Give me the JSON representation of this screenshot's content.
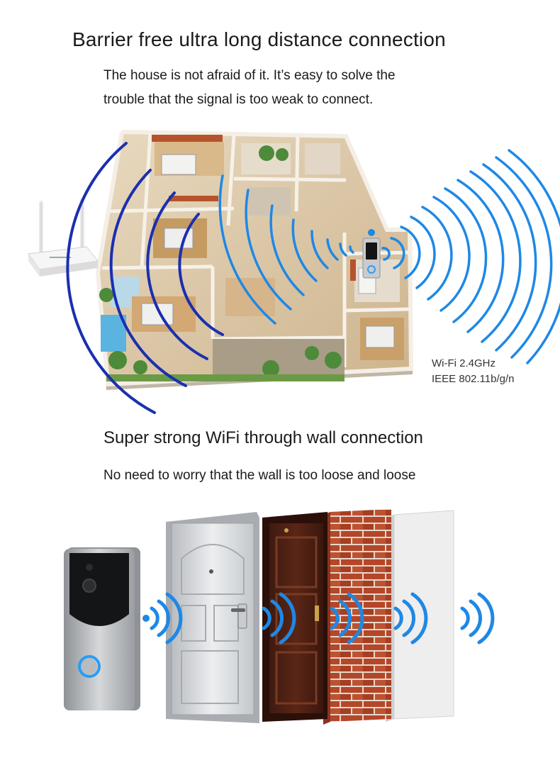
{
  "section1": {
    "title": "Barrier free ultra long distance connection",
    "subtitle_line1": "The house is not afraid of it. It’s easy to solve the",
    "subtitle_line2": "trouble that the signal is too weak to connect.",
    "spec_line1": "Wi-Fi 2.4GHz",
    "spec_line2": "IEEE 802.11b/g/n"
  },
  "section2": {
    "title": "Super strong WiFi through wall connection",
    "subtitle": "No need to worry that the wall is too loose and loose"
  },
  "colors": {
    "wave_dark": "#1a2fb0",
    "wave_light": "#1e88e5",
    "device_silver": "#c0c3c6",
    "ring_blue": "#2a9df4"
  },
  "icons": [
    "router-icon",
    "doorbell-icon",
    "wifi-wave-icon",
    "house-floorplan-icon",
    "steel-door-icon",
    "wood-door-icon",
    "brick-wall-icon",
    "white-wall-icon"
  ]
}
